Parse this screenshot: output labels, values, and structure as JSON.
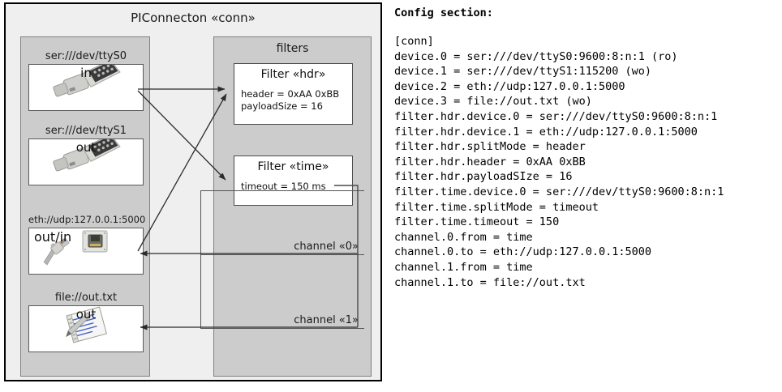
{
  "diagram": {
    "outer": {
      "title": "PIConnecton «conn»"
    },
    "devices_panel": {
      "title": "",
      "items": [
        {
          "label": "ser:///dev/ttyS0",
          "io": "in",
          "icon": "serial-db9-icon"
        },
        {
          "label": "ser:///dev/ttyS1",
          "io": "out",
          "icon": "serial-db9-icon"
        },
        {
          "label": "eth://udp:127.0.0.1:5000",
          "io": "out/in",
          "icon": "ethernet-jack-icon"
        },
        {
          "label": "file://out.txt",
          "io": "out",
          "icon": "text-file-icon"
        }
      ]
    },
    "filters_panel": {
      "title": "filters",
      "filters": [
        {
          "title": "Filter «hdr»",
          "attributes": [
            "header = 0xAA 0xBB",
            "payloadSize = 16"
          ]
        },
        {
          "title": "Filter «time»",
          "attributes": [
            "timeout = 150 ms"
          ]
        }
      ]
    },
    "channels": [
      {
        "label": "channel «0»"
      },
      {
        "label": "channel «1»"
      }
    ]
  },
  "config": {
    "heading": "Config section:",
    "lines": [
      "[conn]",
      "device.0 = ser:///dev/ttyS0:9600:8:n:1 (ro)",
      "device.1 = ser:///dev/ttyS1:115200 (wo)",
      "device.2 = eth://udp:127.0.0.1:5000",
      "device.3 = file://out.txt (wo)",
      "filter.hdr.device.0 = ser:///dev/ttyS0:9600:8:n:1",
      "filter.hdr.device.1 = eth://udp:127.0.0.1:5000",
      "filter.hdr.splitMode = header",
      "filter.hdr.header = 0xAA 0xBB",
      "filter.hdr.payloadSIze = 16",
      "filter.time.device.0 = ser:///dev/ttyS0:9600:8:n:1",
      "filter.time.splitMode = timeout",
      "filter.time.timeout = 150",
      "channel.0.from = time",
      "channel.0.to = eth://udp:127.0.0.1:5000",
      "channel.1.from = time",
      "channel.1.to = file://out.txt"
    ]
  },
  "colors": {
    "page_bg": "#ffffff",
    "frame_bg": "#efefef",
    "panel_bg": "#cccccc",
    "box_bg": "#ffffff",
    "frame_border": "#000000",
    "panel_border": "#808080",
    "line": "#333333"
  }
}
